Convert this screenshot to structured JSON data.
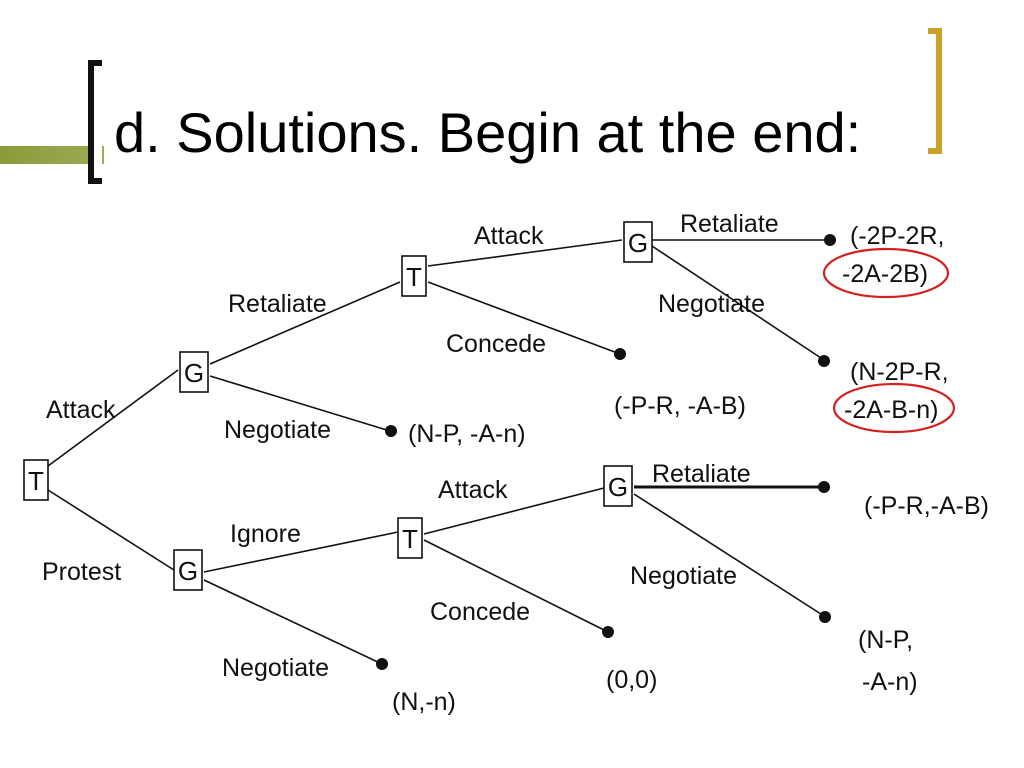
{
  "slide": {
    "title": "d. Solutions.  Begin at the end:"
  },
  "tree": {
    "nodes": {
      "root": "T",
      "g_upper": "G",
      "t_upper": "T",
      "g_top": "G",
      "g_lower": "G",
      "t_lower": "T",
      "g_bottom": "G"
    },
    "edges": {
      "root_attack": "Attack",
      "root_protest": "Protest",
      "g_upper_retaliate": "Retaliate",
      "g_upper_negotiate": "Negotiate",
      "t_upper_attack": "Attack",
      "t_upper_concede": "Concede",
      "g_top_retaliate": "Retaliate",
      "g_top_negotiate": "Negotiate",
      "g_lower_ignore": "Ignore",
      "g_lower_negotiate": "Negotiate",
      "t_lower_attack": "Attack",
      "t_lower_concede": "Concede",
      "g_bottom_retaliate": "Retaliate",
      "g_bottom_negotiate": "Negotiate"
    },
    "payoffs": {
      "top_retaliate_line1": "(-2P-2R,",
      "top_retaliate_line2": "-2A-2B)",
      "top_negotiate_line1": "(N-2P-R,",
      "top_negotiate_line2": "-2A-B-n)",
      "upper_concede": "(-P-R, -A-B)",
      "upper_negotiate": "(N-P, -A-n)",
      "bottom_retaliate": "(-P-R,-A-B)",
      "bottom_negotiate_line1": "(N-P,",
      "bottom_negotiate_line2": "-A-n)",
      "lower_concede": "(0,0)",
      "lower_negotiate": "(N,-n)"
    },
    "highlight_color": "#d62020"
  }
}
